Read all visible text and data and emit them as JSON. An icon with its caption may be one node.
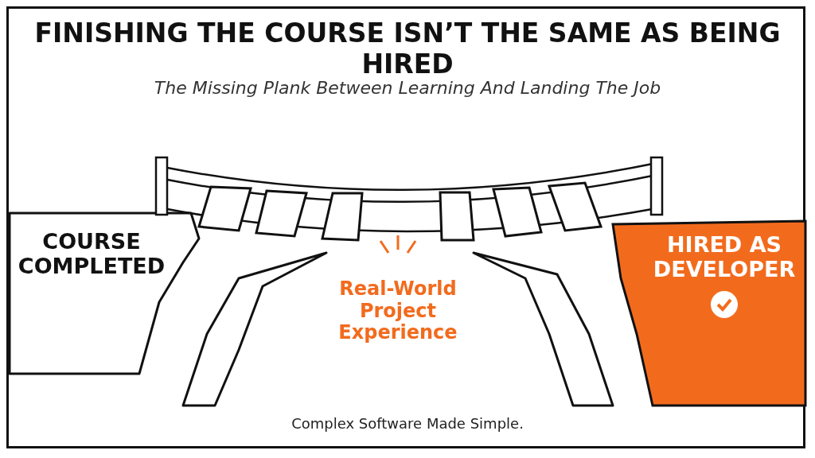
{
  "diagram": {
    "title": "FINISHING THE COURSE **ISN’T THE SAME** AS BEING HIRED",
    "nodes": [
      {
        "text": [
          "COURSE COMPLETED"
        ]
      },
      {
        "text": [
          "HIRED AS DEVELOPER"
        ]
      },
      {
        "text": [
          "Real-World Project Experience"
        ]
      }
    ],
    "labels": [
      "The Missing Plank Between Learning And Landing The Job",
      "Complex Software Made Simple."
    ]
  }
}
